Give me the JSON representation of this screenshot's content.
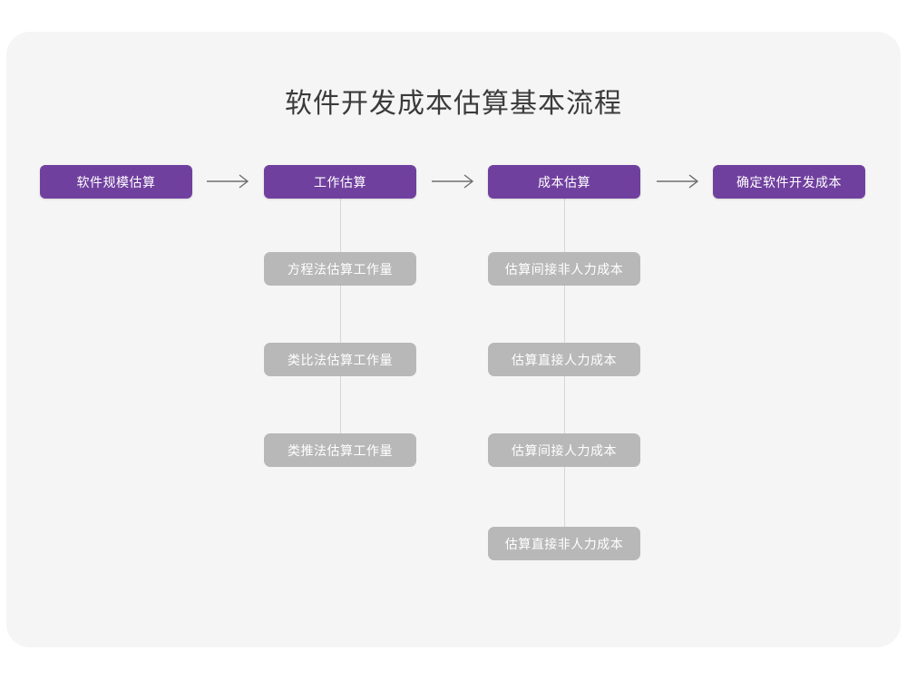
{
  "page": {
    "title": "软件开发成本估算基本流程",
    "background_color": "#ffffff",
    "card_color": "#f5f5f5",
    "title_color": "#3b3b3b"
  },
  "chart_data": {
    "type": "diagram",
    "diagram_kind": "flowchart",
    "title": "软件开发成本估算基本流程",
    "colors": {
      "primary_node": "#70409f",
      "primary_node_text": "#ffffff",
      "secondary_node": "#b8b8b8",
      "secondary_node_text": "#ffffff",
      "connector": "#d6d6d6",
      "arrow": "#6e6e6e"
    },
    "main_flow": [
      {
        "id": "n1",
        "label": "软件规模估算"
      },
      {
        "id": "n2",
        "label": "工作估算"
      },
      {
        "id": "n3",
        "label": "成本估算"
      },
      {
        "id": "n4",
        "label": "确定软件开发成本"
      }
    ],
    "arrows": [
      {
        "from": "n1",
        "to": "n2",
        "glyph": "→"
      },
      {
        "from": "n2",
        "to": "n3",
        "glyph": "→"
      },
      {
        "from": "n3",
        "to": "n4",
        "glyph": "→"
      }
    ],
    "branches": [
      {
        "parent": "n2",
        "children": [
          "方程法估算工作量",
          "类比法估算工作量",
          "类推法估算工作量"
        ]
      },
      {
        "parent": "n3",
        "children": [
          "估算间接非人力成本",
          "估算直接人力成本",
          "估算间接人力成本",
          "估算直接非人力成本"
        ]
      }
    ]
  },
  "nodes": {
    "main": [
      {
        "label": "软件规模估算"
      },
      {
        "label": "工作估算"
      },
      {
        "label": "成本估算"
      },
      {
        "label": "确定软件开发成本"
      }
    ],
    "branch_work": [
      {
        "label": "方程法估算工作量"
      },
      {
        "label": "类比法估算工作量"
      },
      {
        "label": "类推法估算工作量"
      }
    ],
    "branch_cost": [
      {
        "label": "估算间接非人力成本"
      },
      {
        "label": "估算直接人力成本"
      },
      {
        "label": "估算间接人力成本"
      },
      {
        "label": "估算直接非人力成本"
      }
    ]
  }
}
